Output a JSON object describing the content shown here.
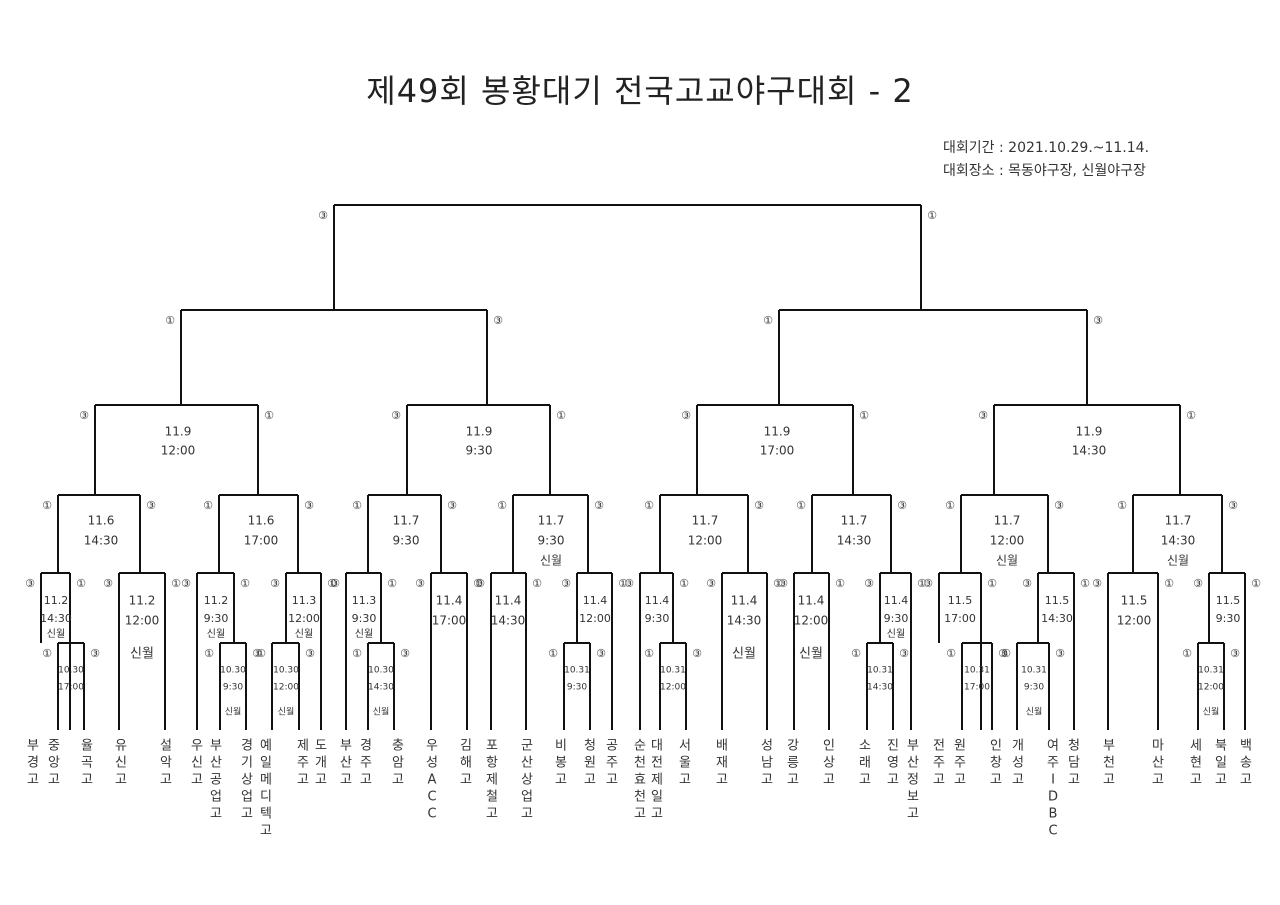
{
  "title": "제49회 봉황대기 전국고교야구대회 - 2",
  "info": {
    "period_label": "대회기간",
    "period": "2021.10.29.~11.14.",
    "venue_label": "대회장소",
    "venue": "목동야구장, 신월야구장"
  },
  "teams": [
    "부경고",
    "중앙고",
    "율곡고",
    "유신고",
    "설악고",
    "우신고",
    "부산공업고",
    "경기상업고",
    "예일메디텍고",
    "제주고",
    "도개고",
    "부산고",
    "경주고",
    "충암고",
    "우성ACC",
    "김해고",
    "포항제철고",
    "군산상업고",
    "비봉고",
    "청원고",
    "공주고",
    "순천효천고",
    "대전제일고",
    "서울고",
    "배재고",
    "성남고",
    "강릉고",
    "인상고",
    "소래고",
    "진영고",
    "부산정보고",
    "전주고",
    "원주고",
    "인창고",
    "개성고",
    "여주IDBC",
    "청담고",
    "부천고",
    "마산고",
    "세현고",
    "북일고",
    "백송고"
  ],
  "scores": [
    "①",
    "③"
  ],
  "matches": [
    {
      "date": "10.30",
      "time": "17:00"
    },
    {
      "date": "10.30",
      "time": "9:30",
      "venue": "신월"
    },
    {
      "date": "10.30",
      "time": "12:00",
      "venue": "신월"
    },
    {
      "date": "10.30",
      "time": "14:30",
      "venue": "신월"
    },
    {
      "date": "10.31",
      "time": "9:30"
    },
    {
      "date": "10.31",
      "time": "12:00"
    },
    {
      "date": "10.31",
      "time": "14:30"
    },
    {
      "date": "10.31",
      "time": "17:00"
    },
    {
      "date": "10.31",
      "time": "9:30",
      "venue": "신월"
    },
    {
      "date": "10.31",
      "time": "12:00",
      "venue": "신월"
    },
    {
      "date": "11.2",
      "time": "14:30",
      "venue": "신월"
    },
    {
      "date": "11.2",
      "time": "12:00",
      "venue": "신월"
    },
    {
      "date": "11.2",
      "time": "9:30",
      "venue": "신월"
    },
    {
      "date": "11.3",
      "time": "12:00",
      "venue": "신월"
    },
    {
      "date": "11.3",
      "time": "9:30",
      "venue": "신월"
    },
    {
      "date": "11.4",
      "time": "17:00"
    },
    {
      "date": "11.4",
      "time": "14:30"
    },
    {
      "date": "11.4",
      "time": "12:00"
    },
    {
      "date": "11.4",
      "time": "9:30"
    },
    {
      "date": "11.4",
      "time": "14:30",
      "venue": "신월"
    },
    {
      "date": "11.4",
      "time": "12:00",
      "venue": "신월"
    },
    {
      "date": "11.4",
      "time": "9:30",
      "venue": "신월"
    },
    {
      "date": "11.5",
      "time": "17:00"
    },
    {
      "date": "11.5",
      "time": "14:30"
    },
    {
      "date": "11.5",
      "time": "12:00"
    },
    {
      "date": "11.5",
      "time": "9:30"
    },
    {
      "date": "11.6",
      "time": "14:30"
    },
    {
      "date": "11.6",
      "time": "17:00"
    },
    {
      "date": "11.7",
      "time": "9:30"
    },
    {
      "date": "11.7",
      "time": "9:30",
      "venue": "신월"
    },
    {
      "date": "11.7",
      "time": "12:00"
    },
    {
      "date": "11.7",
      "time": "14:30"
    },
    {
      "date": "11.7",
      "time": "12:00",
      "venue": "신월"
    },
    {
      "date": "11.7",
      "time": "14:30",
      "venue": "신월"
    },
    {
      "date": "11.9",
      "time": "12:00"
    },
    {
      "date": "11.9",
      "time": "9:30"
    },
    {
      "date": "11.9",
      "time": "17:00"
    },
    {
      "date": "11.9",
      "time": "14:30"
    }
  ]
}
